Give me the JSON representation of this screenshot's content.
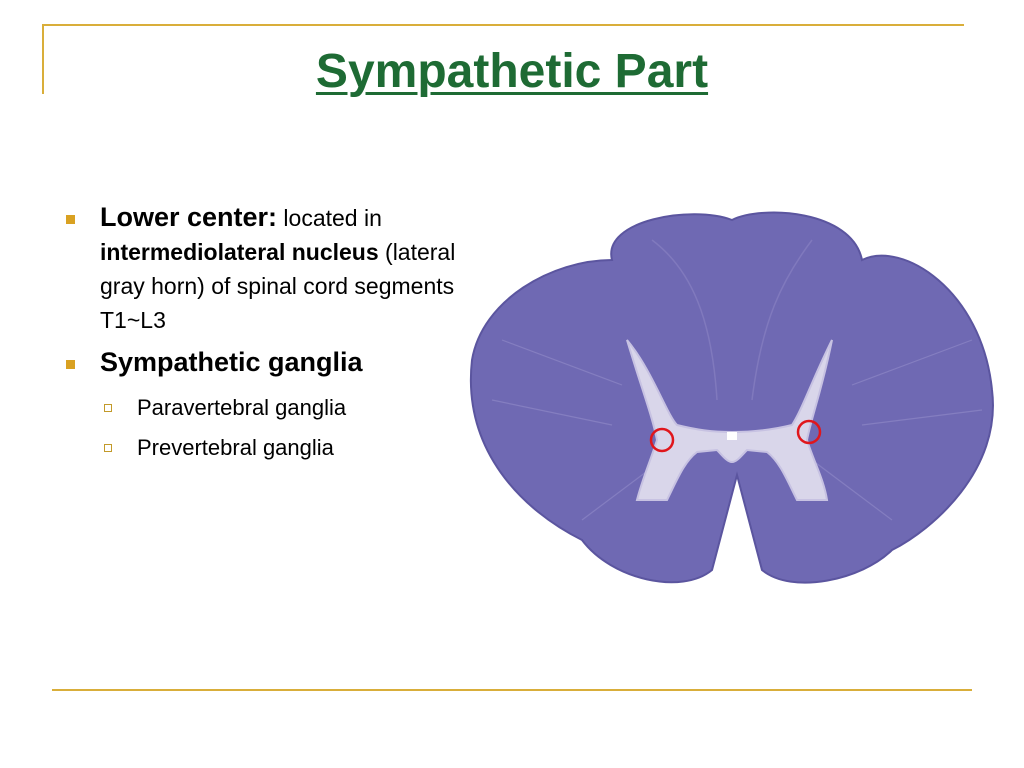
{
  "slide": {
    "title": "Sympathetic Part",
    "bullets": [
      {
        "lead": "Lower center:",
        "text_1": " located in",
        "bold_term": "intermediolateral nucleus",
        "text_2": " (lateral gray horn) of spinal cord segments T1~L3"
      },
      {
        "lead": "Sympathetic ganglia",
        "subitems": [
          "Paravertebral ganglia",
          "Prevertebral ganglia"
        ]
      }
    ]
  },
  "image": {
    "subject": "spinal-cord-cross-section",
    "tissue_color": "#6f69b3",
    "gray_matter_color": "#d9d6ea",
    "marker_color": "#e0161c"
  }
}
